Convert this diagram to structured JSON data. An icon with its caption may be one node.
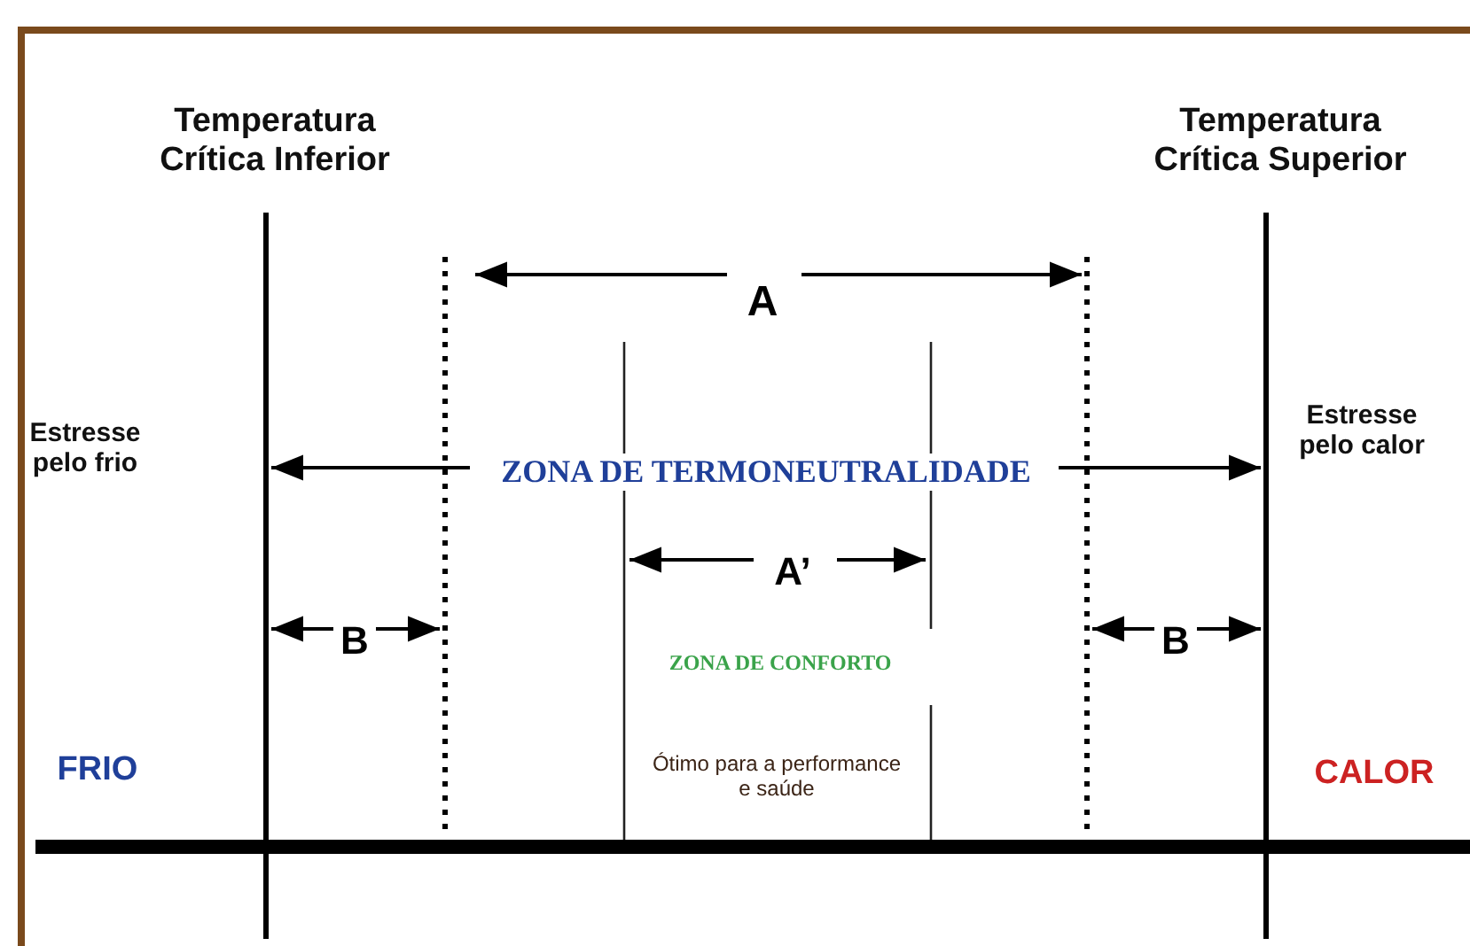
{
  "diagram": {
    "labels": [
      "Temperatura Crítica Inferior",
      "Temperatura Crítica Superior",
      "A",
      "Estresse pelo frio",
      "ZONA DE TERMONEUTRALIDADE",
      "Estresse pelo calor",
      "A’",
      "B",
      "ZONA DE CONFORTO",
      "B",
      "FRIO",
      "CALOR",
      "Ótimo para a performance e saúde"
    ]
  }
}
